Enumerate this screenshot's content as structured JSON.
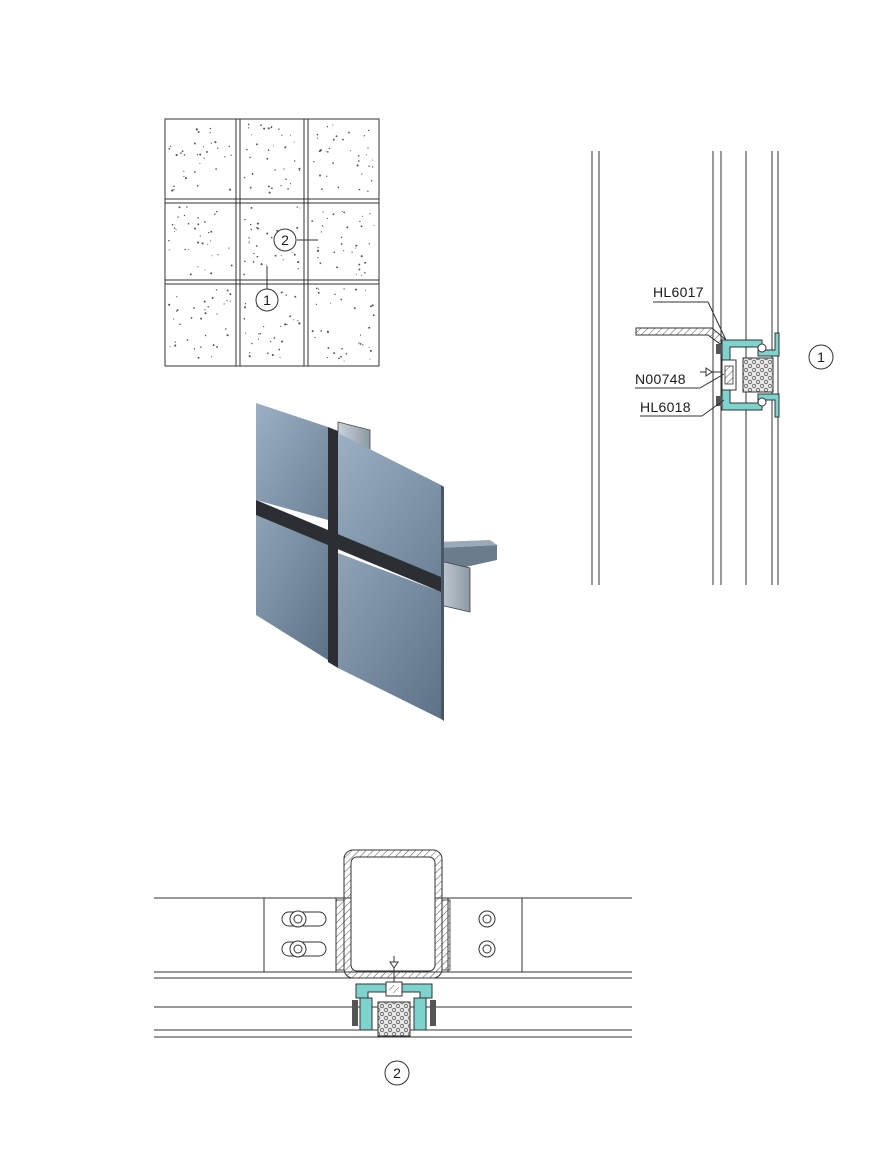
{
  "elevation": {
    "markers": [
      {
        "id": "1",
        "text": "1"
      },
      {
        "id": "2",
        "text": "2"
      }
    ]
  },
  "vertical_section": {
    "labels": {
      "top": "HL6017",
      "middle": "N00748",
      "bottom": "HL6018"
    },
    "marker": "1"
  },
  "horizontal_section": {
    "marker": "2"
  },
  "colors": {
    "line": "#333333",
    "panel_light": "#8fa3b8",
    "panel_dark": "#5f7488",
    "joint": "#2b2f33",
    "profile_fill": "#7fd3cf",
    "foam_fill": "#d8d8d8"
  }
}
